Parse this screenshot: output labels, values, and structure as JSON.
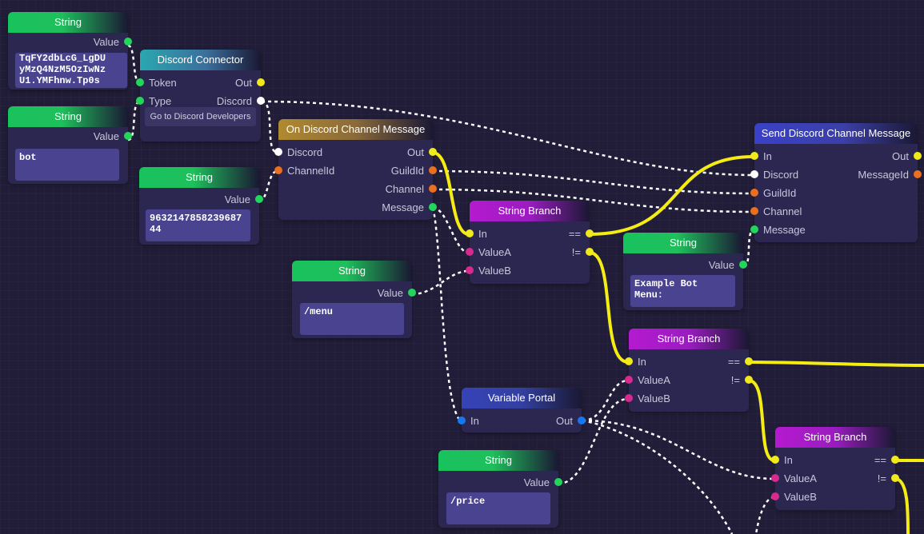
{
  "colors": {
    "string_header": "#18c25c",
    "discord_header": "#2aa7b0",
    "event_header": "#b08a30",
    "send_header": "#3a41c8",
    "branch_header": "#b51ad0",
    "portal_header": "#3643b8",
    "exec_wire": "#f4ec12",
    "data_wire": "#ffffff"
  },
  "nodes": {
    "string1": {
      "title": "String",
      "value_label": "Value",
      "text": "TqFY2dbLcG_LgDU\nyMzQ4NzM5OzIwNz\nU1.YMFhnw.Tp0s"
    },
    "string2": {
      "title": "String",
      "value_label": "Value",
      "text": "bot"
    },
    "connector": {
      "title": "Discord Connector",
      "token": "Token",
      "type": "Type",
      "out": "Out",
      "discord": "Discord",
      "button": "Go to Discord Developers"
    },
    "string3": {
      "title": "String",
      "value_label": "Value",
      "text": "963214785823968744"
    },
    "event": {
      "title": "On Discord Channel Message",
      "discord": "Discord",
      "channelid": "ChannelId",
      "out": "Out",
      "guildid": "GuildId",
      "channel": "Channel",
      "message": "Message"
    },
    "string4": {
      "title": "String",
      "value_label": "Value",
      "text": "/menu"
    },
    "branch1": {
      "title": "String Branch",
      "in": "In",
      "valuea": "ValueA",
      "valueb": "ValueB",
      "eq": "==",
      "neq": "!="
    },
    "send": {
      "title": "Send Discord Channel Message",
      "in": "In",
      "discord": "Discord",
      "guildid": "GuildId",
      "channel": "Channel",
      "message": "Message",
      "out": "Out",
      "messageid": "MessageId"
    },
    "string5": {
      "title": "String",
      "value_label": "Value",
      "text": "Example Bot\nMenu:"
    },
    "branch2": {
      "title": "String Branch",
      "in": "In",
      "valuea": "ValueA",
      "valueb": "ValueB",
      "eq": "==",
      "neq": "!="
    },
    "portal": {
      "title": "Variable Portal",
      "in": "In",
      "out": "Out"
    },
    "string6": {
      "title": "String",
      "value_label": "Value",
      "text": "/price"
    },
    "branch3": {
      "title": "String Branch",
      "in": "In",
      "valuea": "ValueA",
      "valueb": "ValueB",
      "eq": "==",
      "neq": "!="
    }
  }
}
